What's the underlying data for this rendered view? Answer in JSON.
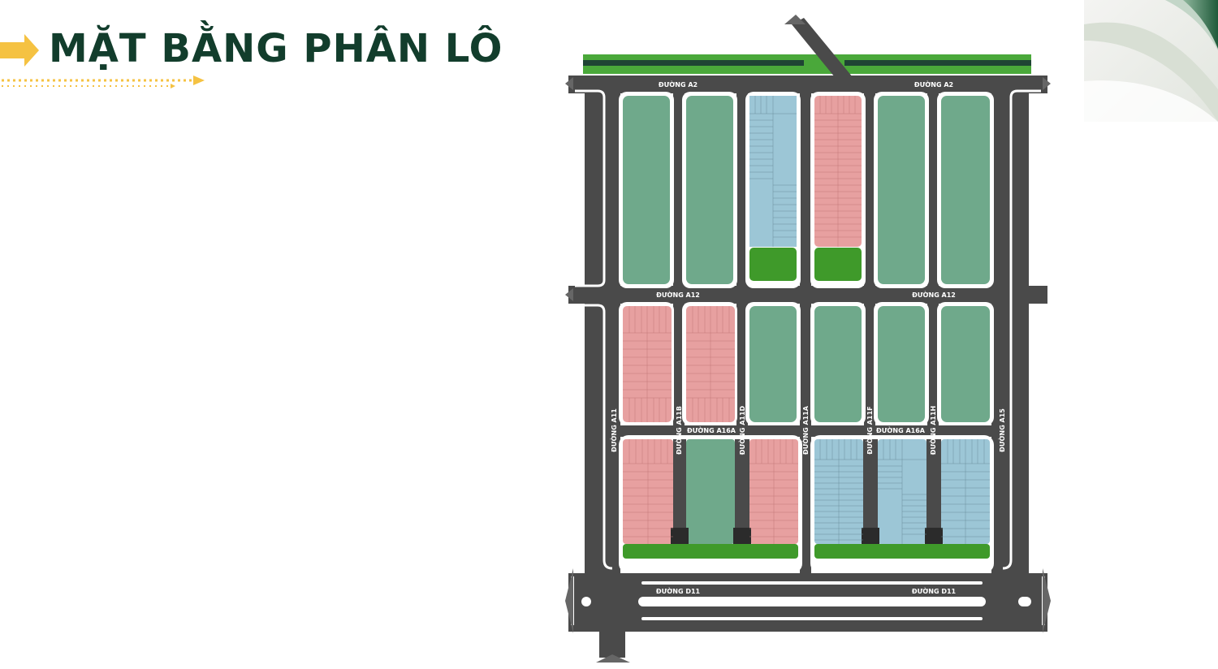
{
  "header": {
    "title": "MẶT BẰNG PHÂN LÔ"
  },
  "colors": {
    "title": "#123d2c",
    "accent_arrow": "#f5c242",
    "road": "#4a4a4a",
    "green_block": "#6fa98b",
    "park_green": "#3f9a2a",
    "pink_lots": "#e7a0a0",
    "blue_lots": "#9cc6d6"
  },
  "map": {
    "roads": {
      "a2_left": "ĐƯỜNG A2",
      "a2_right": "ĐƯỜNG A2",
      "a12_left": "ĐƯỜNG A12",
      "a12_right": "ĐƯỜNG A12",
      "a16a_left": "ĐƯỜNG A16A",
      "a16a_right": "ĐƯỜNG A16A",
      "d11_left": "ĐƯỜNG D11",
      "d11_right": "ĐƯỜNG D11",
      "a11": "ĐƯỜNG A11",
      "a11b": "ĐƯỜNG A11B",
      "a11d": "ĐƯỜNG A11D",
      "a11a": "ĐƯỜNG A11A",
      "a11f": "ĐƯỜNG A11F",
      "a11h": "ĐƯỜNG A11H",
      "a15": "ĐƯỜNG A15"
    }
  }
}
